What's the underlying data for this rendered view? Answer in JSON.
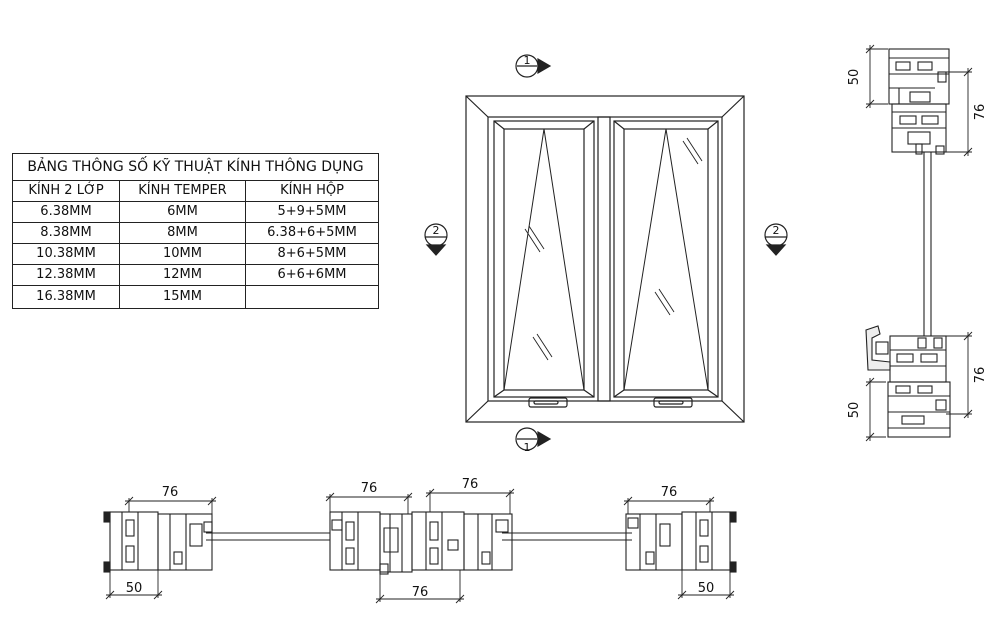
{
  "spec_table": {
    "title": "BẢNG THÔNG SỐ KỸ THUẬT KÍNH  THÔNG DỤNG",
    "headers": [
      "KÍNH 2 LỚP",
      "KÍNH TEMPER",
      "KÍNH HỘP"
    ],
    "rows": [
      [
        "6.38MM",
        "6MM",
        "5+9+5MM"
      ],
      [
        "8.38MM",
        "8MM",
        "6.38+6+5MM"
      ],
      [
        "10.38MM",
        "10MM",
        "8+6+5MM"
      ],
      [
        "12.38MM",
        "12MM",
        "6+6+6MM"
      ],
      [
        "16.38MM",
        "15MM",
        ""
      ]
    ]
  },
  "section_markers": {
    "top": "1",
    "bottom": "1",
    "left": "2",
    "right": "2"
  },
  "vertical_section_dims": {
    "top_outer": "50",
    "top_inner": "76",
    "bottom_inner": "76",
    "bottom_outer": "50"
  },
  "horizontal_section_dims": {
    "left_top": "76",
    "left_bottom": "50",
    "center_left_top": "76",
    "center_right_top": "76",
    "center_bottom": "76",
    "right_top": "76",
    "right_bottom": "50"
  }
}
